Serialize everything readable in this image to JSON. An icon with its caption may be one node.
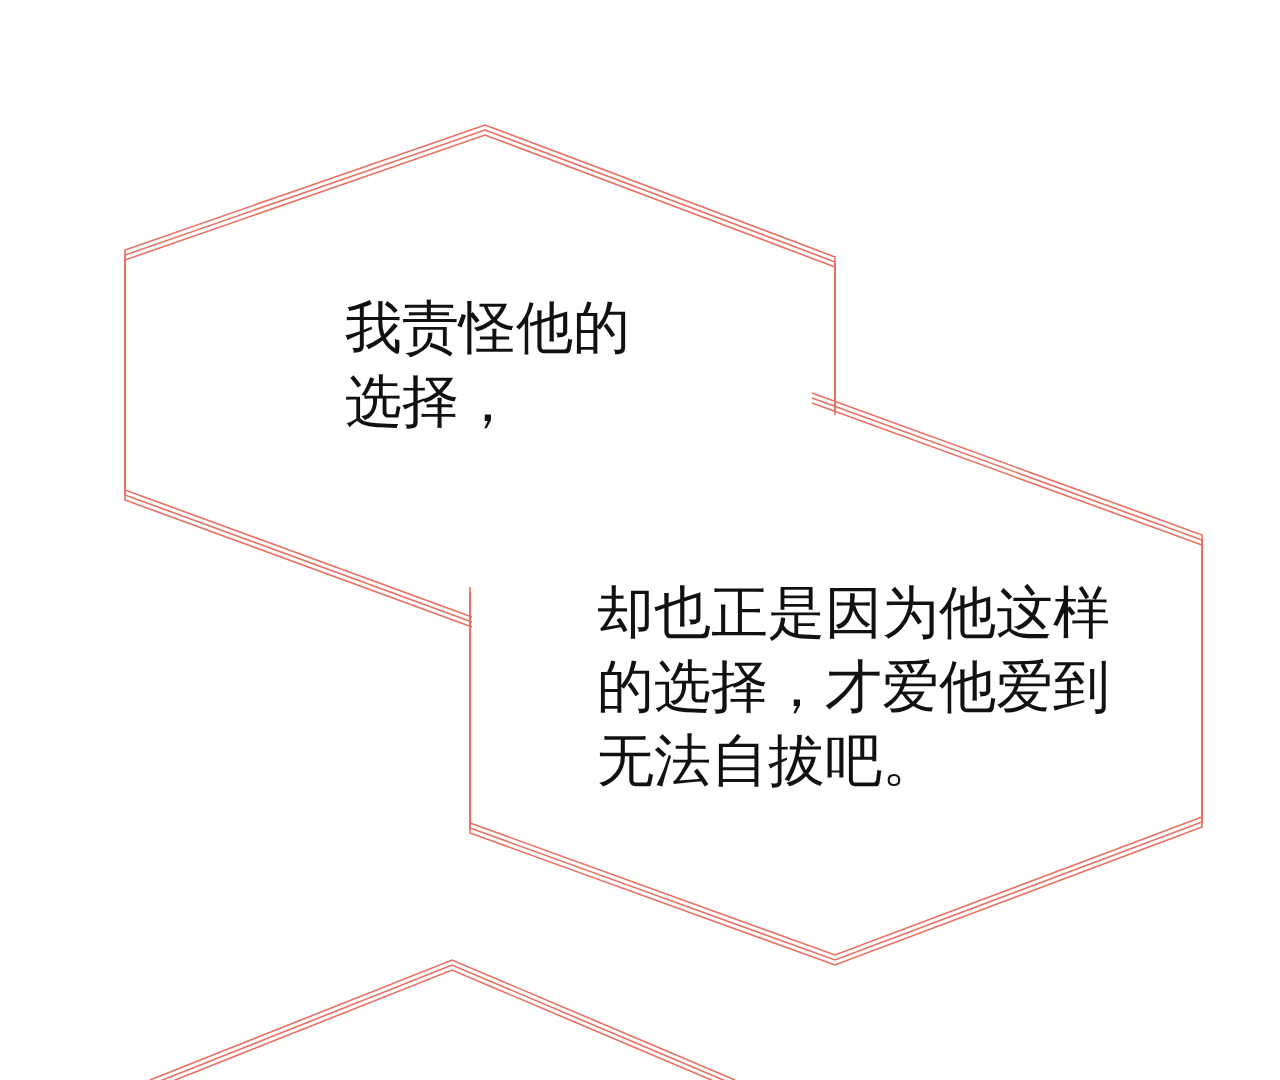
{
  "diagram": {
    "nodes": [
      {
        "text": [
          "我责怪他的选择，"
        ]
      },
      {
        "text": [
          "却也正是因为他这样的选择，才爱他爱到无法自拔吧。"
        ]
      },
      {
        "text": [],
        "shape": "hexagon"
      }
    ]
  }
}
